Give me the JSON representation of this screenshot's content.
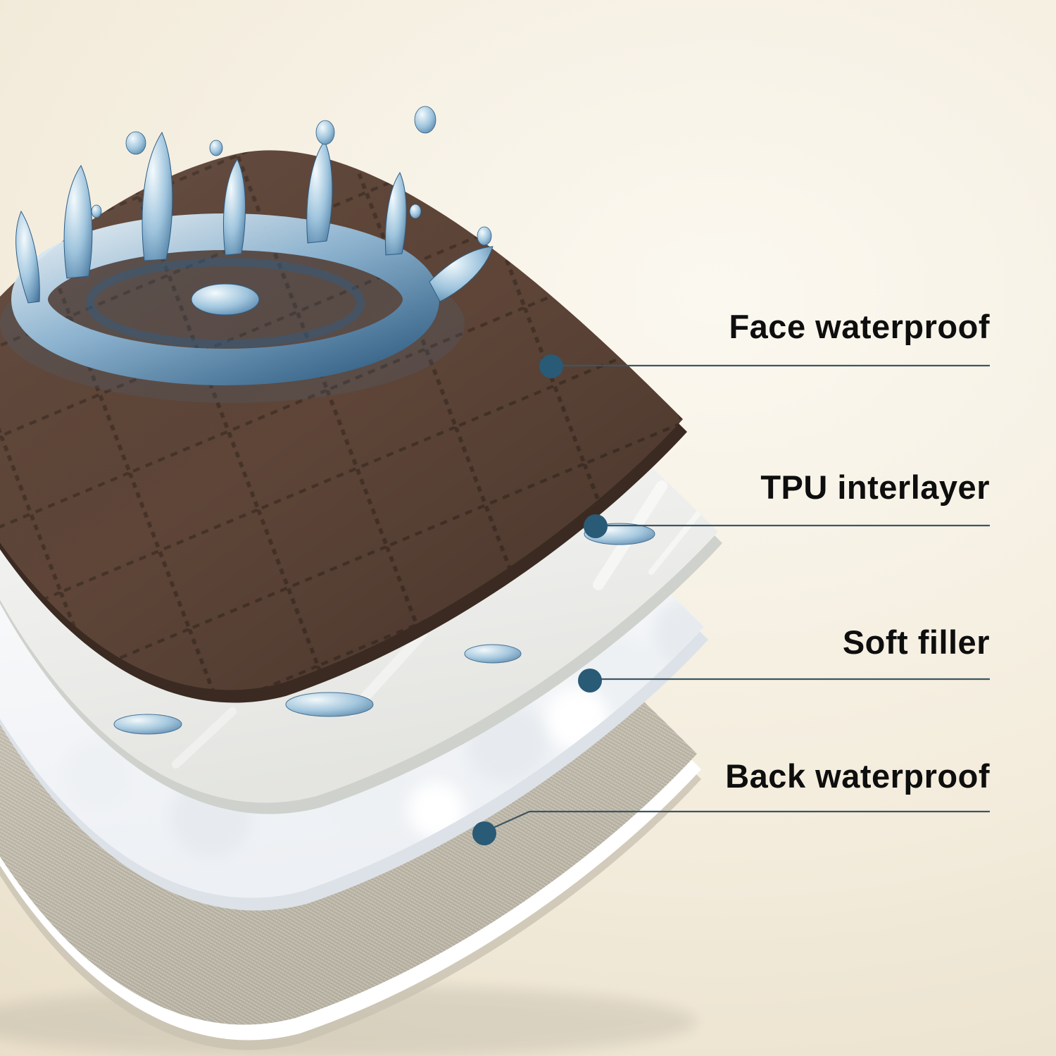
{
  "callouts": [
    {
      "id": "face-waterproof",
      "label": "Face waterproof"
    },
    {
      "id": "tpu-interlayer",
      "label": "TPU interlayer"
    },
    {
      "id": "soft-filler",
      "label": "Soft filler"
    },
    {
      "id": "back-waterproof",
      "label": "Back waterproof"
    }
  ],
  "diagram": {
    "type": "layered-material-cross-section",
    "layers_top_to_bottom": [
      "Face waterproof",
      "TPU interlayer",
      "Soft filler",
      "Back waterproof"
    ]
  },
  "colors": {
    "background_light": "#fbf8f0",
    "background_dark": "#e5dac3",
    "callout_dot": "#295a76",
    "callout_line": "#3f5560",
    "label_text": "#0e0e0e",
    "face_layer_brown": "#5e4538",
    "tpu_layer": "#f0f1ee",
    "soft_filler_layer": "#f7f9fb",
    "back_layer": "#d9d3c5",
    "water_blue": "#4a7fa8"
  }
}
